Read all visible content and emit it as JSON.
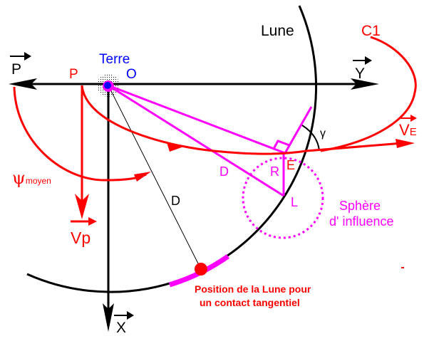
{
  "labels": {
    "moon": "Lune",
    "c1": "C1",
    "earth": "Terre",
    "p_point": "P",
    "origin": "O",
    "p_vector": "P",
    "y_axis": "Y",
    "x_axis": "X",
    "ve_v": "V",
    "ve_sub": "E",
    "gamma": "γ",
    "d_magenta": "D",
    "r": "R",
    "e": "E",
    "l": "L",
    "d_black": "D",
    "sphere_line1": "Sphère",
    "sphere_line2": "d' influence",
    "psi": "ψ",
    "psi_sub": "moyen",
    "vp": "Vp",
    "position_line1": "Position de la Lune pour",
    "position_line2": "un contact tangentiel"
  },
  "colors": {
    "red": "#ff0000",
    "magenta": "#ff00ff",
    "blue": "#0000ff",
    "black": "#000000"
  }
}
